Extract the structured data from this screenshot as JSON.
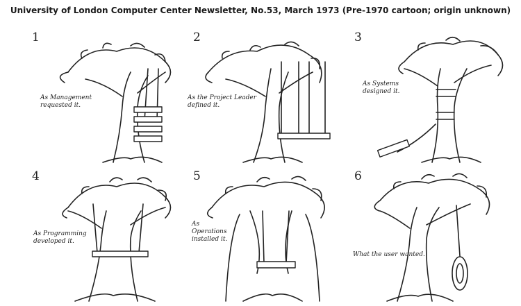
{
  "title": "University of London Computer Center Newsletter, No.53, March 1973 (Pre-1970 cartoon; origin unknown)",
  "panels": [
    {
      "number": "1",
      "caption": "As Management\nrequested it."
    },
    {
      "number": "2",
      "caption": "As the Project Leader\ndefined it."
    },
    {
      "number": "3",
      "caption": "As Systems\ndesigned it."
    },
    {
      "number": "4",
      "caption": "As Programming\ndeveloped it."
    },
    {
      "number": "5",
      "caption": "As\nOperations\ninstalled it."
    },
    {
      "number": "6",
      "caption": "What the user wanted."
    }
  ]
}
